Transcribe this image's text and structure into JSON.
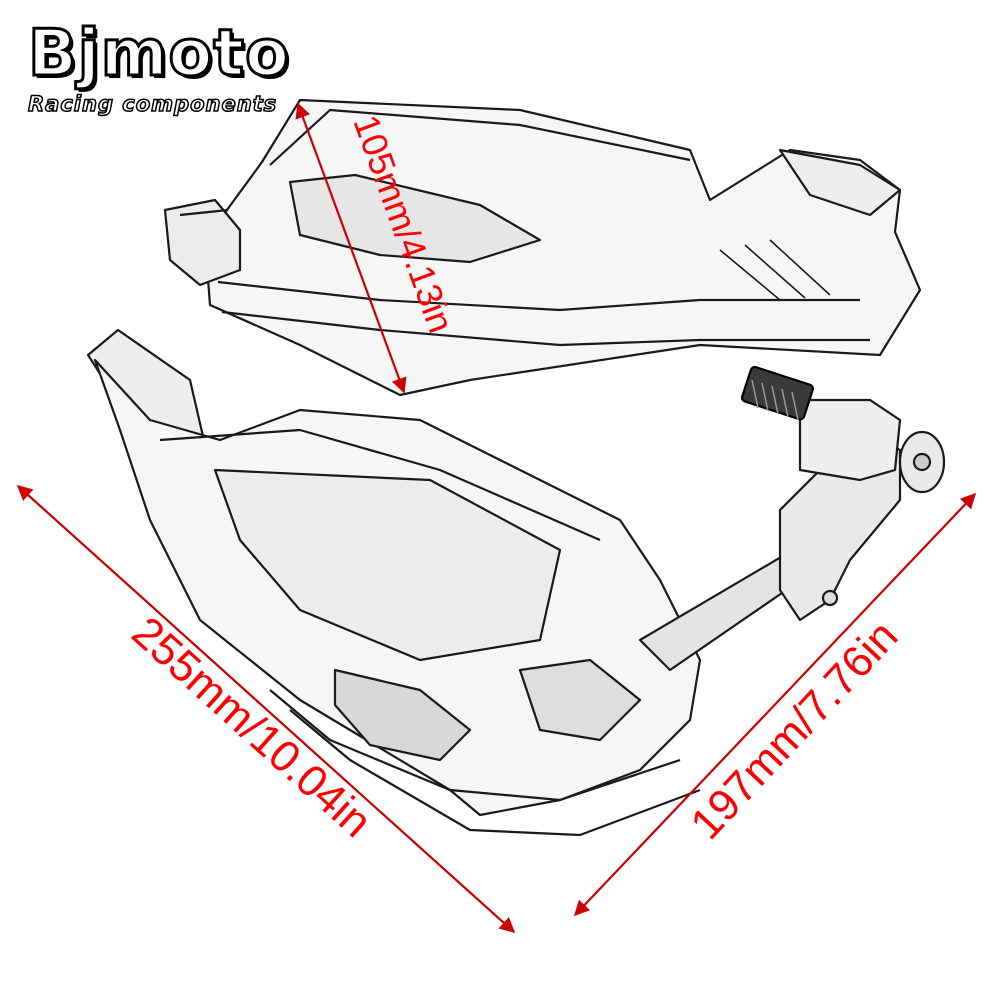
{
  "logo": {
    "name": "Bjmoto",
    "tagline": "Racing components"
  },
  "dimensions": {
    "height_label": "105mm/4.13in",
    "length_label": "255mm/10.04in",
    "width_label": "197mm/7.76in"
  },
  "colors": {
    "dimension_lines": "#ff0000",
    "sketch": "#1a1a1a",
    "background": "#ffffff"
  },
  "subject": {
    "icon": "motorcycle-handguard-pair-sketch"
  }
}
